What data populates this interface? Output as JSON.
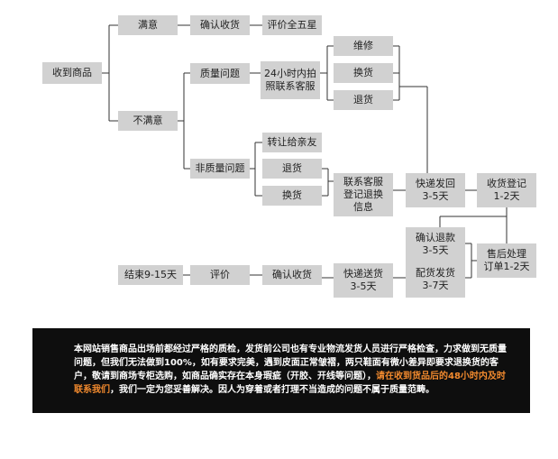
{
  "nodes": {
    "received": "收到商品",
    "satisfied": "满意",
    "confirm_receipt_top": "确认收货",
    "five_star": "评价全五星",
    "unsatisfied": "不满意",
    "quality_issue": "质量问题",
    "photo_24h": "24小时内拍\n照联系客服",
    "repair": "维修",
    "exchange_q": "换货",
    "return_q": "退货",
    "non_quality": "非质量问题",
    "transfer": "转让给亲友",
    "return_nq": "退货",
    "exchange_nq": "换货",
    "contact_service": "联系客服\n登记退换\n信息",
    "express_send_back": "快递发回\n3-5天",
    "receive_register": "收货登记\n1-2天",
    "confirm_refund": "确认退款\n3-5天",
    "after_sale": "售后处理\n订单1-2天",
    "dispatch": "配货发货\n3-7天",
    "express_deliver": "快递送货\n3-5天",
    "confirm_receipt_bottom": "确认收货",
    "review": "评价",
    "end": "结束9-15天"
  },
  "notice": {
    "text_before": "本网站销售商品出场前都经过严格的质检，发货前公司也有专业物流发货人员进行严格检查，力求做到无质量问题，但我们无法做到100%，如有要求完美，遇到皮面正常皱褶，两只鞋面有微小差异即要求退换货的客户，敬请到商场专柜选购，如商品确实存在本身瑕疵（开胶、开线等问题），",
    "highlight": "请在收到货品后的48小时内及时联系我们",
    "text_after": "，我们一定为您妥善解决。因人为穿着或者打理不当造成的问题不属于质量范畴。",
    "colors": {
      "background": "#0e0e0e",
      "highlight": "#f28a2e"
    }
  }
}
